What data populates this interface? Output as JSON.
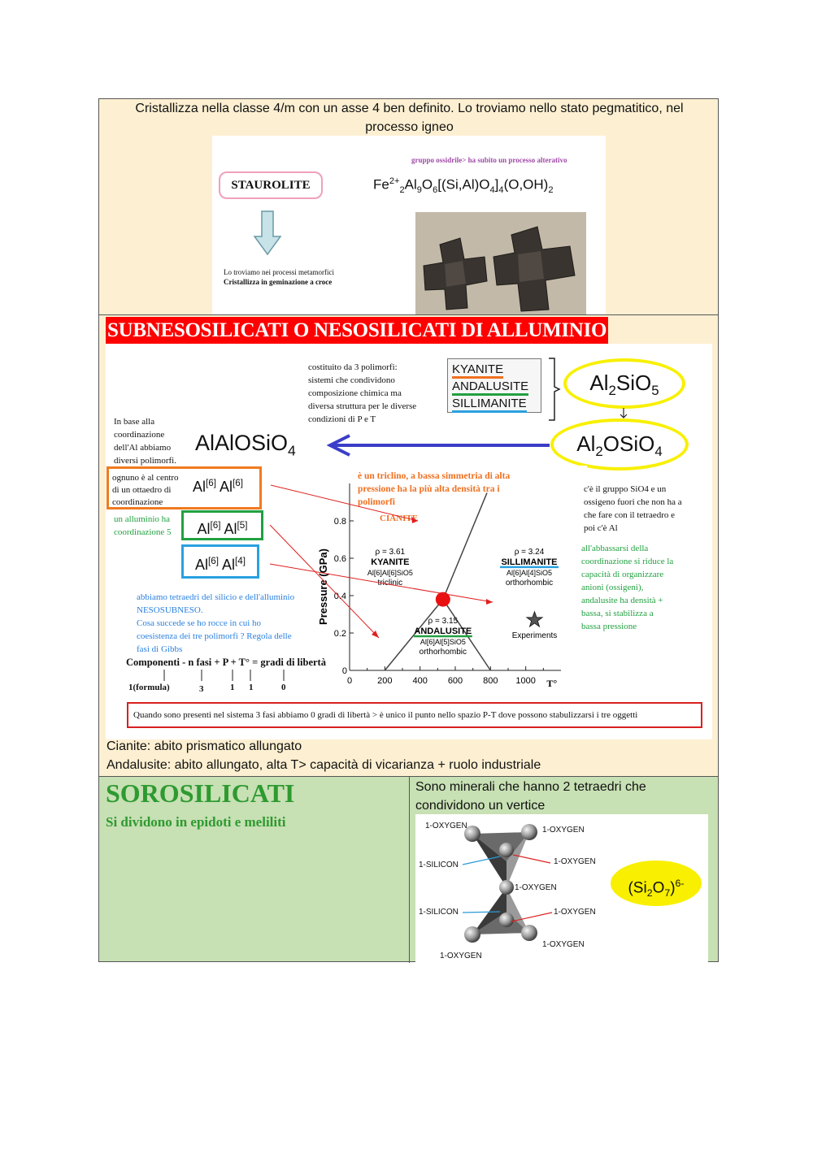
{
  "section1": {
    "intro": "Cristallizza nella classe 4/m con un asse 4 ben definito. Lo troviamo nello stato pegmatitico, nel processo igneo",
    "note_top": "gruppo ossidrile> ha subito un processo alterativo",
    "mineral_name": "STAUROLITE",
    "formula_parts": {
      "a": "Fe",
      "b": "2+",
      "c": "2",
      "d": "Al",
      "e": "9",
      "f": "O",
      "g": "6",
      "h": "[(Si,Al)O",
      "i": "4",
      "j": "]",
      "k": "4",
      "l": "(O,OH)",
      "m": "2"
    },
    "metamorphic_line1": "Lo troviamo nei processi metamorfici",
    "metamorphic_line2": "Cristallizza in geminazione a croce"
  },
  "section2": {
    "heading": "SUBNESOSILICATI O NESOSILICATI DI ALLUMINIO",
    "polymorph_text": [
      "costituito da 3 polimorfi:",
      "sistemi che condividono",
      "composizione chimica ma",
      "diversa struttura per le diverse",
      "condizioni di P e T"
    ],
    "polymorphs": [
      "KYANITE",
      "ANDALUSITE",
      "SILLIMANITE"
    ],
    "formula_al2sio5": {
      "a": "Al",
      "b": "2",
      "c": "SiO",
      "d": "5"
    },
    "formula_al2osio4": {
      "a": "Al",
      "b": "2",
      "c": "OSiO",
      "d": "4"
    },
    "formula_alalosio4": {
      "a": "AlAlOSiO",
      "b": "4"
    },
    "coord_text": [
      "In base alla",
      "coordinazione",
      "dell'Al abbiamo",
      "diversi polimorfi."
    ],
    "octa_text": [
      "ognuno è al centro",
      "di un ottaedro di",
      "coordinazione"
    ],
    "al5_text": [
      "un alluminio ha",
      "coordinazione 5"
    ],
    "coord_boxes": [
      {
        "a": "Al",
        "b": "[6]",
        "c": " Al",
        "d": "[6]"
      },
      {
        "a": "Al",
        "b": "[6]",
        "c": " Al",
        "d": "[5]"
      },
      {
        "a": "Al",
        "b": "[6]",
        "c": " Al",
        "d": "[4]"
      }
    ],
    "triclinic_note": [
      "è un triclino, a bassa simmetria di alta",
      "pressione ha la più alta densità tra i",
      "polimorfi"
    ],
    "cianite_label": "CIANITE",
    "sio4_note": [
      "c'è il gruppo SiO4 e un",
      "ossigeno fuori che non ha a",
      "che fare con il tetraedro e",
      "poi c'è Al"
    ],
    "andalusite_note": [
      "all'abbassarsi della",
      "coordinazione si riduce la",
      "capacità di organizzare",
      "anioni (ossigeni),",
      "andalusite ha densità +",
      "bassa, si stabilizza a",
      "bassa pressione"
    ],
    "tetra_note": [
      "abbiamo tetraedri del silicio e dell'alluminio",
      "NESOSUBNESO.",
      "Cosa succede se ho rocce in cui ho",
      "coesistenza dei tre polimorfi ? Regola delle",
      "fasi di Gibbs"
    ],
    "gibbs_rule": "Componenti - n fasi + P + T° = gradi di libertà",
    "gibbs_values": [
      "1(formula)",
      "3",
      "1",
      "1",
      "0"
    ],
    "phase_box": "Quando sono presenti nel sistema 3 fasi abbiamo 0 gradi di libertà > è unico il punto nello spazio P-T dove possono stabulizzarsi i tre oggetti",
    "footer1": "Cianite: abito prismatico allungato",
    "footer2": "Andalusite: abito allungato, alta T> capacità di vicarianza + ruolo industriale"
  },
  "chart_data": {
    "type": "scatter",
    "xlabel": "T°",
    "ylabel": "Pressure (GPa)",
    "x_ticks": [
      "0",
      "200",
      "400",
      "600",
      "800",
      "1000"
    ],
    "y_ticks": [
      "0.2",
      "0.4",
      "0.6",
      "0.8"
    ],
    "xlim": [
      0,
      1200
    ],
    "ylim": [
      0,
      1.0
    ],
    "triple_point": {
      "x": 530,
      "y": 0.38
    },
    "boundaries": [
      {
        "from": [
          200,
          0
        ],
        "to": [
          530,
          0.38
        ]
      },
      {
        "from": [
          800,
          0
        ],
        "to": [
          530,
          0.38
        ]
      },
      {
        "from": [
          530,
          0.38
        ],
        "to": [
          780,
          0.95
        ]
      }
    ],
    "experiments": {
      "x": 1050,
      "y": 0.27,
      "label": "Experiments"
    },
    "fields": [
      {
        "rho": "ρ = 3.61",
        "name": "KYANITE",
        "site": "Al[6]Al[6]SiO5",
        "system": "triclinic"
      },
      {
        "rho": "ρ = 3.24",
        "name": "SILLIMANITE",
        "site": "Al[6]Al[4]SiO5",
        "system": "orthorhombic"
      },
      {
        "rho": "ρ = 3.15",
        "name": "ANDALUSITE",
        "site": "Al[6]Al[5]SiO5",
        "system": "orthorhombic"
      }
    ]
  },
  "section3": {
    "heading": "SOROSILICATI",
    "subheading": "Si dividono in epidoti e meliliti",
    "desc": "Sono minerali che hanno 2 tetraedri che condividono un vertice",
    "labels": [
      "1-OXYGEN",
      "1-OXYGEN",
      "1-SILICON",
      "1-OXYGEN",
      "1-OXYGEN",
      "1-SILICON",
      "1-OXYGEN",
      "1-OXYGEN",
      "1-OXYGEN"
    ],
    "formula": {
      "a": "(Si",
      "b": "2",
      "c": "O",
      "d": "7",
      "e": ")",
      "f": "6-"
    }
  },
  "colors": {
    "cream": "#fdf0d2",
    "green": "#c7e0b4",
    "red_banner": "#ff0000",
    "yellow": "#f8f000",
    "blue_arrow": "#3a3ec8"
  }
}
